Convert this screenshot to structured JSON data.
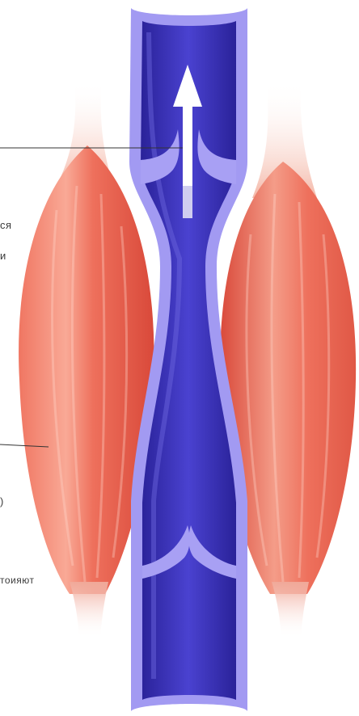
{
  "labels": {
    "fragment_1": "ся",
    "fragment_2": "и",
    "fragment_3": ")",
    "fragment_4": "тоияют"
  },
  "colors": {
    "vein_wall": "#9f97f0",
    "vein_lumen": "#3e36c4",
    "valve": "#a8a0f4",
    "arrow": "#ffffff",
    "muscle": "#e85a48",
    "muscle_highlight": "#ffd0c4",
    "muscle_tendon": "#f4c2b4",
    "leader_line": "#333333"
  },
  "icons": {
    "flow_direction": "up-arrow-icon"
  }
}
